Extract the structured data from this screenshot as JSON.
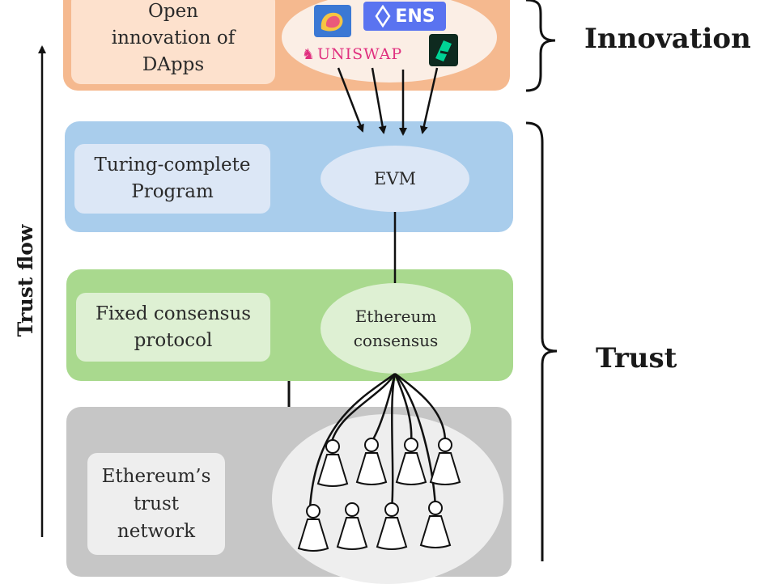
{
  "layers": {
    "innovation": {
      "label": "Open\ninnovation of\nDApps",
      "logos": {
        "ens": "ENS",
        "uniswap": "UNISWAP"
      }
    },
    "program": {
      "label": "Turing-complete\nProgram",
      "node": "EVM"
    },
    "consensus": {
      "label": "Fixed consensus\nprotocol",
      "node": "Ethereum\nconsensus"
    },
    "network": {
      "label": "Ethereum’s\ntrust\nnetwork"
    }
  },
  "braces": {
    "innovation": "Innovation",
    "trust": "Trust"
  },
  "axis": {
    "label": "Trust flow"
  },
  "colors": {
    "innovation_bg": "#f5b98f",
    "innovation_inner": "#fde1cd",
    "program_bg": "#a9cdec",
    "program_inner": "#dce7f6",
    "consensus_bg": "#a9d98e",
    "consensus_inner": "#def0d3",
    "network_bg": "#c6c6c6",
    "network_inner": "#eeeeee"
  }
}
